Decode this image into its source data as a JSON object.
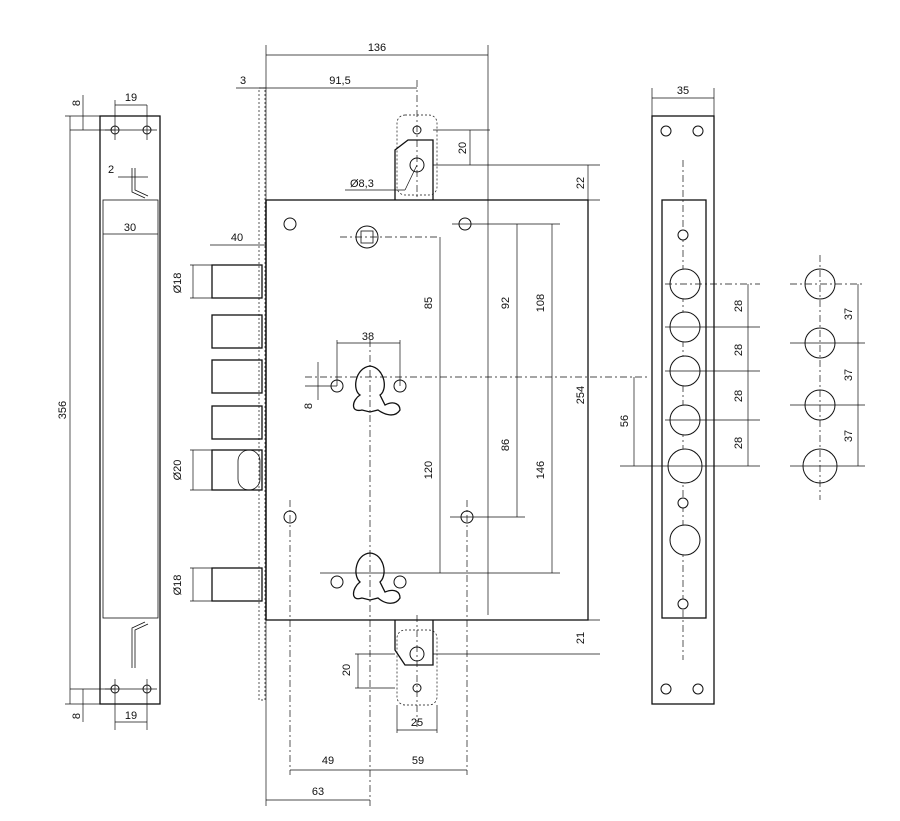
{
  "dimensions": {
    "overall_height": "356",
    "strip_top_offset": "8",
    "strip_bottom_offset": "8",
    "strip_hole_pitch_top": "19",
    "strip_hole_pitch_bottom": "19",
    "strip_lip": "2",
    "strip_width": "30",
    "case_width": "136",
    "faceplate_thickness": "3",
    "spindle_offset": "91,5",
    "upper_bolt_offset": "20",
    "upper_bolt_hole": "Ø8,3",
    "upper_case_gap": "22",
    "bolt_projection": "40",
    "bolt_diameter_top": "Ø18",
    "spindle_to_cyl": "85",
    "case_hole_to_center_top": "92",
    "top_to_center": "108",
    "cyl_mount_width": "38",
    "cyl_small_offset": "8",
    "case_height": "254",
    "cyl_to_lower": "120",
    "center_to_lower_hole": "86",
    "center_to_lower_cyl": "146",
    "latch_diameter": "Ø20",
    "bolt_diameter_bottom": "Ø18",
    "lower_case_gap": "21",
    "lower_bolt_offset": "20",
    "lower_bolt_width": "25",
    "hole_to_center_left": "49",
    "center_to_hole_right": "59",
    "backset": "63",
    "faceplate_width": "35",
    "rod_pitch_1": "28",
    "rod_pitch_2": "28",
    "rod_pitch_3": "28",
    "rod_pitch_4": "28",
    "center_to_bolt_row": "56",
    "keeper_pitch_1": "37",
    "keeper_pitch_2": "37",
    "keeper_pitch_3": "37"
  }
}
